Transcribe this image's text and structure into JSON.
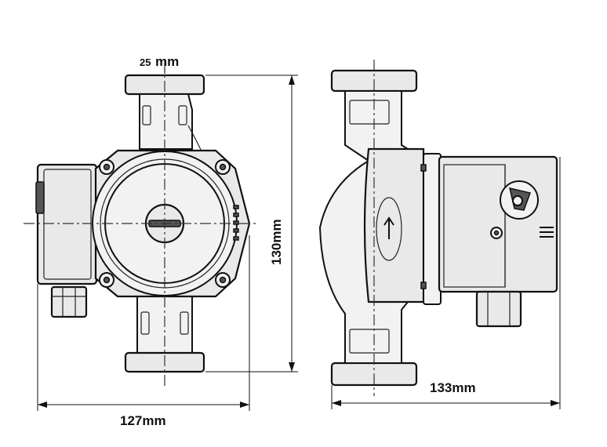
{
  "dimensions": {
    "top_width_number": "25",
    "top_width_unit": "mm",
    "height": "130mm",
    "front_width": "127mm",
    "side_width": "133mm"
  }
}
